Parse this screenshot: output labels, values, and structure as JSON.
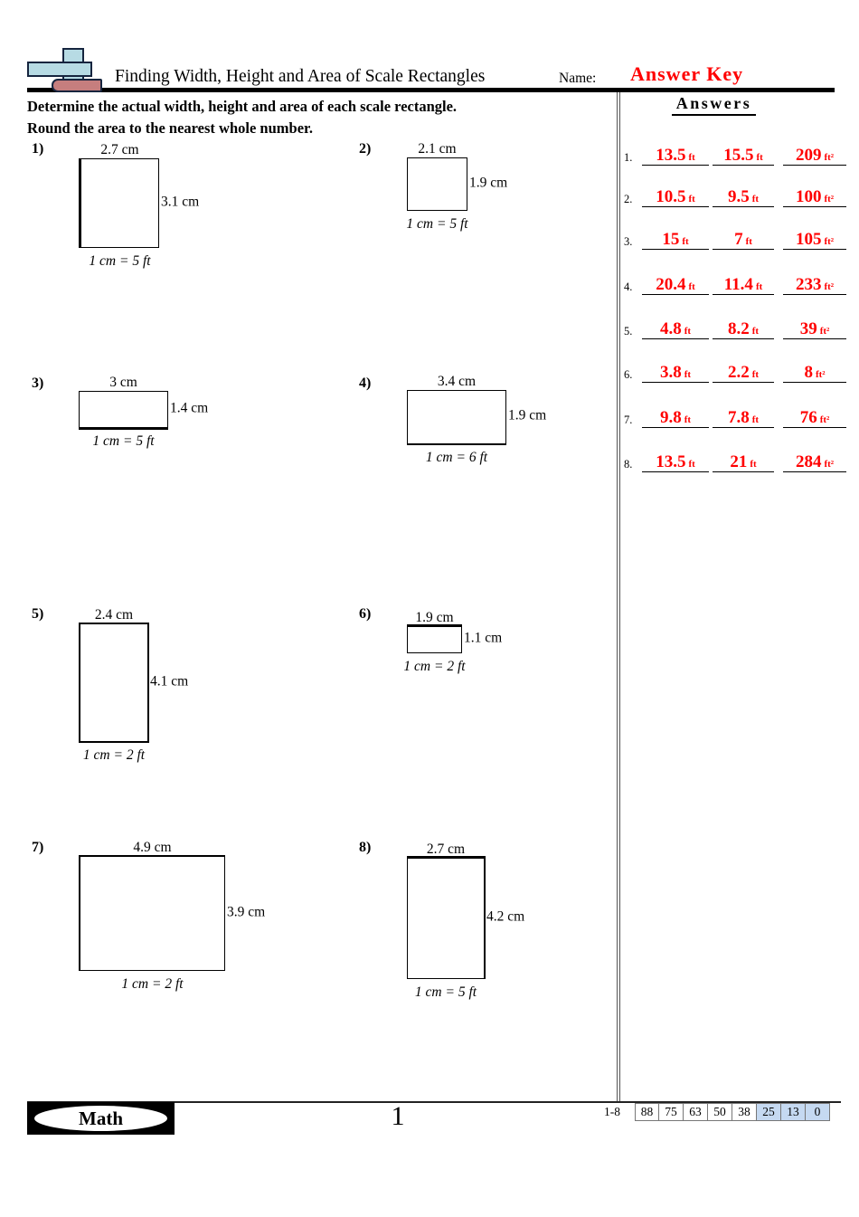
{
  "header": {
    "title": "Finding Width, Height and Area of Scale Rectangles",
    "name_label": "Name:",
    "answer_key_label": "Answer Key"
  },
  "instructions": {
    "line1": "Determine the actual width, height and area of each scale rectangle.",
    "line2": "Round the area to the nearest whole number."
  },
  "problems": [
    {
      "number": "1)",
      "width": "2.7 cm",
      "height": "3.1 cm",
      "scale": "1 cm = 5 ft"
    },
    {
      "number": "2)",
      "width": "2.1 cm",
      "height": "1.9 cm",
      "scale": "1 cm = 5 ft"
    },
    {
      "number": "3)",
      "width": "3 cm",
      "height": "1.4 cm",
      "scale": "1 cm = 5 ft"
    },
    {
      "number": "4)",
      "width": "3.4 cm",
      "height": "1.9 cm",
      "scale": "1 cm = 6 ft"
    },
    {
      "number": "5)",
      "width": "2.4 cm",
      "height": "4.1 cm",
      "scale": "1 cm = 2 ft"
    },
    {
      "number": "6)",
      "width": "1.9 cm",
      "height": "1.1 cm",
      "scale": "1 cm = 2 ft"
    },
    {
      "number": "7)",
      "width": "4.9 cm",
      "height": "3.9 cm",
      "scale": "1 cm = 2 ft"
    },
    {
      "number": "8)",
      "width": "2.7 cm",
      "height": "4.2 cm",
      "scale": "1 cm = 5 ft"
    }
  ],
  "answers": {
    "heading": "Answers",
    "rows": [
      {
        "num": "1.",
        "w": "13.5",
        "wu": "ft",
        "h": "15.5",
        "hu": "ft",
        "a": "209",
        "au": "ft²"
      },
      {
        "num": "2.",
        "w": "10.5",
        "wu": "ft",
        "h": "9.5",
        "hu": "ft",
        "a": "100",
        "au": "ft²"
      },
      {
        "num": "3.",
        "w": "15",
        "wu": "ft",
        "h": "7",
        "hu": "ft",
        "a": "105",
        "au": "ft²"
      },
      {
        "num": "4.",
        "w": "20.4",
        "wu": "ft",
        "h": "11.4",
        "hu": "ft",
        "a": "233",
        "au": "ft²"
      },
      {
        "num": "5.",
        "w": "4.8",
        "wu": "ft",
        "h": "8.2",
        "hu": "ft",
        "a": "39",
        "au": "ft²"
      },
      {
        "num": "6.",
        "w": "3.8",
        "wu": "ft",
        "h": "2.2",
        "hu": "ft",
        "a": "8",
        "au": "ft²"
      },
      {
        "num": "7.",
        "w": "9.8",
        "wu": "ft",
        "h": "7.8",
        "hu": "ft",
        "a": "76",
        "au": "ft²"
      },
      {
        "num": "8.",
        "w": "13.5",
        "wu": "ft",
        "h": "21",
        "hu": "ft",
        "a": "284",
        "au": "ft²"
      }
    ]
  },
  "footer": {
    "brand": "Math",
    "page_number": "1",
    "score_range": "1-8",
    "score_cells": [
      "88",
      "75",
      "63",
      "50",
      "38",
      "25",
      "13",
      "0"
    ]
  },
  "colors": {
    "answer_red": "#ff0000",
    "score_highlight": "#c5d9f1",
    "logo_blue": "#b7dbe4",
    "logo_brick": "#c67e7e"
  }
}
